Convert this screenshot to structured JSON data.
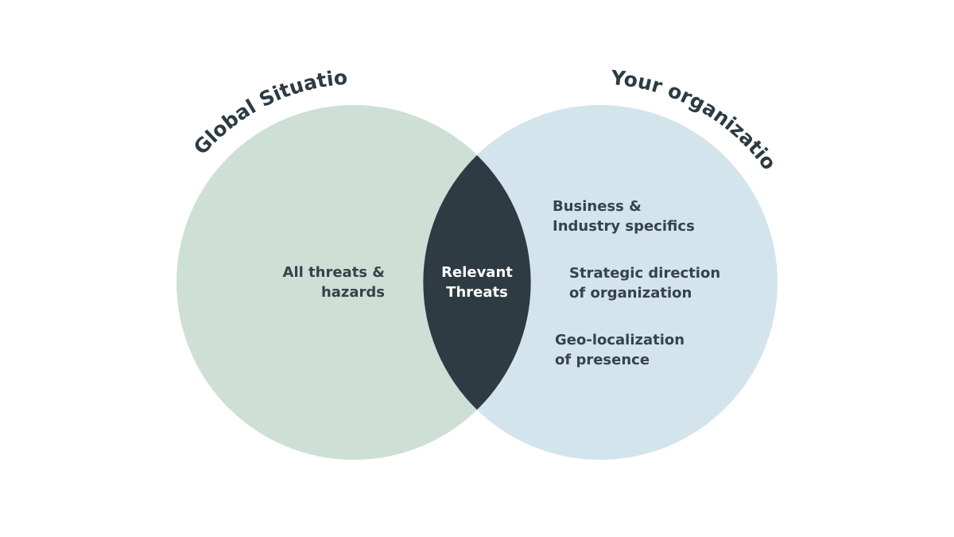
{
  "colors": {
    "left_circle": "#cedfd6",
    "right_circle": "#d4e4ec",
    "intersection": "#2e3b43",
    "title_text": "#2d3b43",
    "body_text": "#36434b",
    "intersection_text": "#ffffff"
  },
  "left_set": {
    "title": "Global Situation",
    "content": [
      "All threats &",
      "hazards"
    ]
  },
  "right_set": {
    "title": "Your organization",
    "items": [
      [
        "Business &",
        "Industry specifics"
      ],
      [
        "Strategic direction",
        "of organization"
      ],
      [
        "Geo-localization",
        "of presence"
      ]
    ]
  },
  "intersection": {
    "content": [
      "Relevant",
      "Threats"
    ]
  }
}
